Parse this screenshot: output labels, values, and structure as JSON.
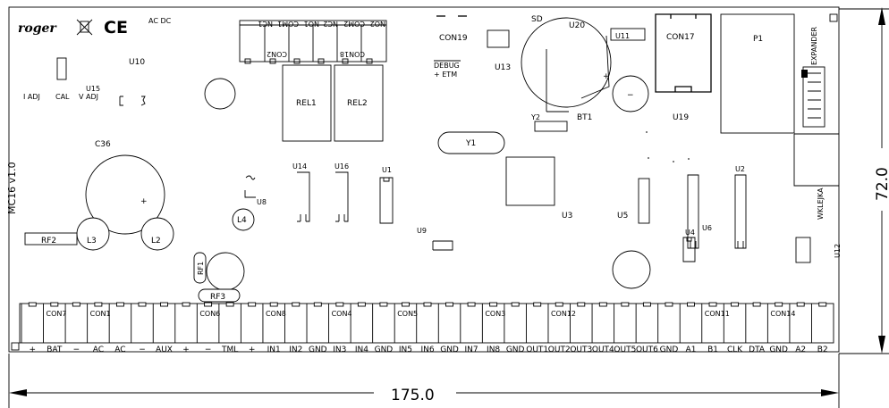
{
  "board": {
    "brand": "roger",
    "version": "MC16 v1.0",
    "ce_mark": "CE",
    "power_label": "AC DC",
    "cal_labels": [
      "I ADJ",
      "CAL",
      "V ADJ"
    ],
    "expander_label": "EXPANDER",
    "wklejka_label": "WKLEJKA",
    "debug_label": [
      "DEBUG",
      "+ ETM"
    ],
    "sd_label": "SD",
    "bt_label": "BT1",
    "bt_plus": "+",
    "bt_minus": "−"
  },
  "relay_terminals": {
    "header": [
      "NO2",
      "COM2",
      "NC2",
      "NO1",
      "COM1",
      "NC1"
    ],
    "con_labels": [
      "CON2",
      "CON18"
    ],
    "relays": [
      "REL1",
      "REL2"
    ]
  },
  "components": {
    "U10": "U10",
    "U15": "U15",
    "C36": "C36",
    "RF2": "RF2",
    "L3": "L3",
    "L2": "L2",
    "L4": "L4",
    "U8": "U8",
    "RF1": "RF1",
    "RF3": "RF3",
    "U14": "U14",
    "U16": "U16",
    "U1": "U1",
    "CON19": "CON19",
    "U13": "U13",
    "U20": "U20",
    "U11": "U11",
    "CON17": "CON17",
    "P1": "P1",
    "Y2": "Y2",
    "Y1": "Y1",
    "U3": "U3",
    "U9": "U9",
    "U5": "U5",
    "U19": "U19",
    "U2": "U2",
    "U6": "U6",
    "U4": "U4",
    "U12": "U12"
  },
  "bottom_connectors": [
    "CON7",
    "CON1",
    "CON6",
    "CON8",
    "CON4",
    "CON5",
    "CON3",
    "CON12",
    "CON11",
    "CON14"
  ],
  "terminals": [
    "+",
    "BAT",
    "−",
    "AC",
    "AC",
    "−",
    "AUX",
    "+",
    "−",
    "TML",
    "+",
    "IN1",
    "IN2",
    "GND",
    "IN3",
    "IN4",
    "GND",
    "IN5",
    "IN6",
    "GND",
    "IN7",
    "IN8",
    "GND",
    "OUT1",
    "OUT2",
    "OUT3",
    "OUT4",
    "OUT5",
    "OUT6",
    "GND",
    "A1",
    "B1",
    "CLK",
    "DTA",
    "GND",
    "A2",
    "B2"
  ],
  "dimensions": {
    "width": "175.0",
    "height": "72.0"
  }
}
